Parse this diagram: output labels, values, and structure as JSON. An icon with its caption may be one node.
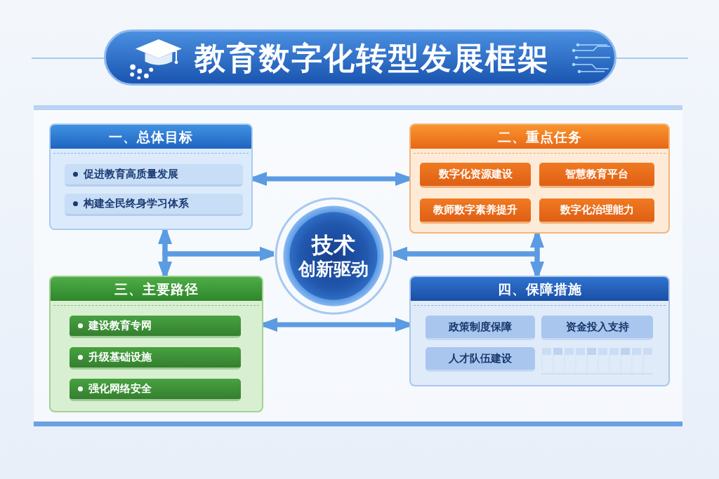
{
  "diagram": {
    "title": "教育数字化转型发展框架",
    "nodes": [
      {
        "text": [
          "一、总体目标"
        ]
      },
      {
        "text": [
          "促进教育高质量发展"
        ],
        "in": 0
      },
      {
        "text": [
          "构建全民终身学习体系"
        ],
        "in": 0
      },
      {
        "text": [
          "二、重点任务"
        ]
      },
      {
        "text": [
          "数字化资源建设"
        ],
        "in": 3
      },
      {
        "text": [
          "智慧教育平台"
        ],
        "in": 3
      },
      {
        "text": [
          "教师数字素养提升"
        ],
        "in": 3
      },
      {
        "text": [
          "数字化治理能力"
        ],
        "in": 3
      },
      {
        "text": [
          "技术",
          "创新驱动"
        ]
      },
      {
        "text": [
          "三、主要路径"
        ]
      },
      {
        "text": [
          "建设教育专网"
        ],
        "in": 9
      },
      {
        "text": [
          "升级基础设施"
        ],
        "in": 9
      },
      {
        "text": [
          "强化网络安全"
        ],
        "in": 9
      },
      {
        "text": [
          "四、保障措施"
        ]
      },
      {
        "text": [
          "政策制度保障"
        ],
        "in": 13
      },
      {
        "text": [
          "资金投入支持"
        ],
        "in": 13
      },
      {
        "text": [
          "人才队伍建设"
        ],
        "in": 13
      }
    ],
    "edges": [
      {
        "from": 0,
        "to": 3,
        "arrow": "both"
      },
      {
        "from": 0,
        "to": 9,
        "arrow": "both"
      },
      {
        "from": 0,
        "to": 8,
        "arrow": "to"
      },
      {
        "from": 9,
        "to": 8,
        "arrow": "to"
      },
      {
        "from": 3,
        "to": 13,
        "arrow": "both"
      },
      {
        "from": 3,
        "to": 8,
        "arrow": "to"
      },
      {
        "from": 13,
        "to": 8,
        "arrow": "to"
      },
      {
        "from": 9,
        "to": 13,
        "arrow": "both"
      }
    ]
  }
}
